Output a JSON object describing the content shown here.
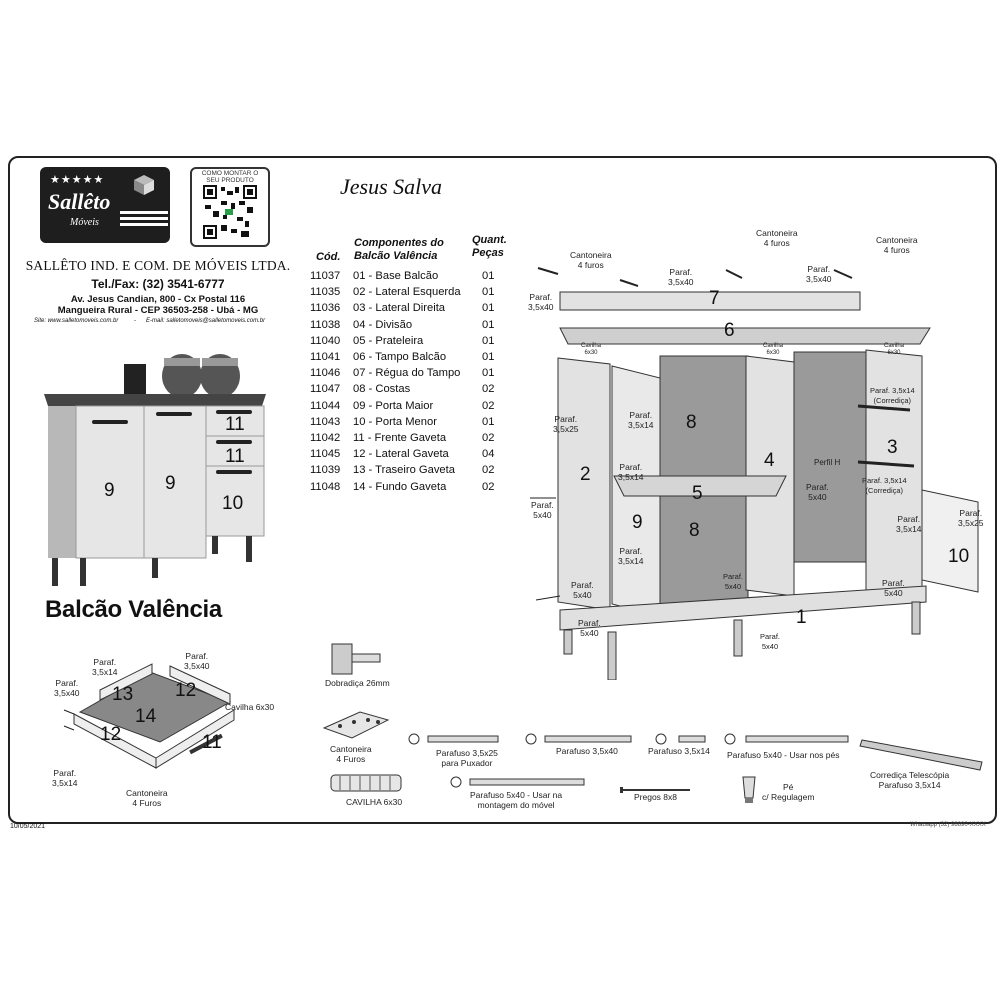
{
  "header": {
    "script_title": "Jesus Salva",
    "logo_stars": "★★★★★",
    "logo_brand": "Sallêto",
    "logo_sub": "Móveis",
    "qr_caption_1": "COMO MONTAR O",
    "qr_caption_2": "SEU PRODUTO"
  },
  "company": {
    "name": "SALLÊTO IND. E COM. DE MÓVEIS LTDA.",
    "phone": "Tel./Fax: (32) 3541-6777",
    "address_1": "Av. Jesus Candian, 800 - Cx Postal 116",
    "address_2": "Mangueira Rural - CEP 36503-258 - Ubá - MG",
    "site": "Site: www.salletomoveis.com.br",
    "sep": "-",
    "email": "E-mail: salletomoveis@salletomoveis.com.br"
  },
  "table": {
    "col_code": "Cód.",
    "col_name_1": "Componentes do",
    "col_name_2": "Balcão Valência",
    "col_qty_1": "Quant.",
    "col_qty_2": "Peças",
    "rows": [
      {
        "code": "11037",
        "name": "01 - Base Balcão",
        "qty": "01"
      },
      {
        "code": "11035",
        "name": "02 - Lateral Esquerda",
        "qty": "01"
      },
      {
        "code": "11036",
        "name": "03 - Lateral Direita",
        "qty": "01"
      },
      {
        "code": "11038",
        "name": "04 - Divisão",
        "qty": "01"
      },
      {
        "code": "11040",
        "name": "05 - Prateleira",
        "qty": "01"
      },
      {
        "code": "11041",
        "name": "06 - Tampo Balcão",
        "qty": "01"
      },
      {
        "code": "11046",
        "name": "07 - Régua do Tampo",
        "qty": "01"
      },
      {
        "code": "11047",
        "name": "08 - Costas",
        "qty": "02"
      },
      {
        "code": "11044",
        "name": "09 - Porta Maior",
        "qty": "02"
      },
      {
        "code": "11043",
        "name": "10 - Porta Menor",
        "qty": "01"
      },
      {
        "code": "11042",
        "name": "11 - Frente Gaveta",
        "qty": "02"
      },
      {
        "code": "11045",
        "name": "12 - Lateral Gaveta",
        "qty": "04"
      },
      {
        "code": "11039",
        "name": "13 - Traseiro Gaveta",
        "qty": "02"
      },
      {
        "code": "11048",
        "name": "14 - Fundo Gaveta",
        "qty": "02"
      }
    ]
  },
  "product": {
    "title": "Balcão Valência",
    "n9a": "9",
    "n9b": "9",
    "n11a": "11",
    "n11b": "11",
    "n10": "10"
  },
  "drawer": {
    "paraf_3_5x14": "Paraf.\n3,5x14",
    "paraf_3_5x40_top": "Paraf.\n3,5x40",
    "paraf_3_5x40_left": "Paraf.\n3,5x40",
    "paraf_3_5x14_bottom": "Paraf.\n3,5x14",
    "cavilha": "Cavilha 6x30",
    "cantoneira": "Cantoneira\n4 Furos",
    "n13": "13",
    "n12a": "12",
    "n14": "14",
    "n12b": "12",
    "n11": "11"
  },
  "hardware": {
    "dobradica": "Dobradiça 26mm",
    "cantoneira": "Cantoneira\n4 Furos",
    "parafuso_3_5x25": "Parafuso 3,5x25\npara Puxador",
    "parafuso_3_5x40": "Parafuso 3,5x40",
    "parafuso_3_5x14": "Parafuso 3,5x14",
    "parafuso_5x40_pes": "Parafuso 5x40 - Usar nos pés",
    "corredica": "Corrediça Telescópia\nParafuso 3,5x14",
    "cavilha": "CAVILHA 6x30",
    "parafuso_5x40_movel": "Parafuso 5x40 - Usar na\nmontagem do móvel",
    "pregos": "Pregos 8x8",
    "pe": "Pé\nc/ Regulagem"
  },
  "exploded": {
    "cantoneira_left": "Cantoneira\n4 furos",
    "cantoneira_mid": "Cantoneira\n4 furos",
    "cantoneira_right": "Cantoneira\n4 furos",
    "paraf_3_5x40_a": "Paraf.\n3,5x40",
    "paraf_3_5x40_b": "Paraf.\n3,5x40",
    "paraf_3_5x40_c": "Paraf.\n3,5x40",
    "paraf_3_5x25_left": "Paraf.\n3,5x25",
    "paraf_3_5x14_a": "Paraf.\n3,5x14",
    "paraf_3_5x14_b": "Paraf.\n3,5x14",
    "paraf_3_5x14_c": "Paraf.\n3,5x14",
    "paraf_5x40_left": "Paraf.\n5x40",
    "paraf_5x40_low": "Paraf.\n5x40",
    "paraf_5x40_base": "Paraf.\n5x40",
    "paraf_5x40_mid": "Paraf.\n5x40",
    "paraf_5x40_center": "Paraf.\n5x40",
    "paraf_5x40_bottom": "Paraf.\n5x40",
    "paraf_5x40_right": "Paraf.\n5x40",
    "paraf_3_5x14_corr_1": "Paraf. 3,5x14\n(Corrediça)",
    "paraf_3_5x14_corr_2": "Paraf. 3,5x14\n(Corrediça)",
    "paraf_3_5x14_right": "Paraf.\n3,5x14",
    "paraf_3_5x25_right": "Paraf.\n3,5x25",
    "cavilha_a": "Cavilha\n6x30",
    "cavilha_b": "Cavilha\n6x30",
    "cavilha_c": "Cavilha\n6x30",
    "perfil": "Perfil H",
    "n1": "1",
    "n2": "2",
    "n3": "3",
    "n4": "4",
    "n5": "5",
    "n6": "6",
    "n7": "7",
    "n8a": "8",
    "n8b": "8",
    "n9": "9",
    "n10": "10"
  },
  "footer": {
    "date": "10/05/2021",
    "note": "Whatsapp (32) 98890-XXXX"
  }
}
